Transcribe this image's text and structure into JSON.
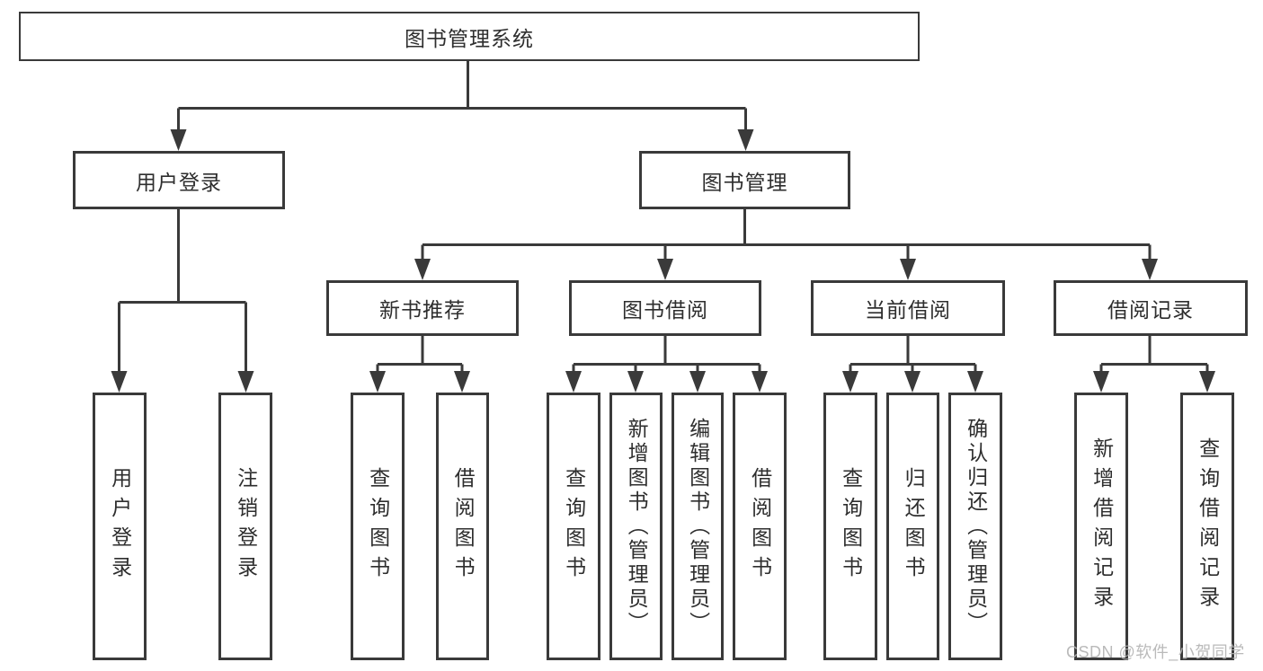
{
  "diagram": {
    "title": "图书管理系统",
    "branches": [
      {
        "label": "用户登录",
        "children": [
          {
            "label": "用户登录"
          },
          {
            "label": "注销登录"
          }
        ]
      },
      {
        "label": "图书管理",
        "children": [
          {
            "label": "新书推荐",
            "children": [
              {
                "label": "查询图书"
              },
              {
                "label": "借阅图书"
              }
            ]
          },
          {
            "label": "图书借阅",
            "children": [
              {
                "label": "查询图书"
              },
              {
                "label": "新增图书（管理员）"
              },
              {
                "label": "编辑图书（管理员）"
              },
              {
                "label": "借阅图书"
              }
            ]
          },
          {
            "label": "当前借阅",
            "children": [
              {
                "label": "查询图书"
              },
              {
                "label": "归还图书"
              },
              {
                "label": "确认归还（管理员）"
              }
            ]
          },
          {
            "label": "借阅记录",
            "children": [
              {
                "label": "新增借阅记录"
              },
              {
                "label": "查询借阅记录"
              }
            ]
          }
        ]
      }
    ],
    "watermark": "CSDN @软件_小贺同学"
  },
  "colors": {
    "line": "#3a3a3a",
    "text": "#2e2e2e",
    "background": "#ffffff",
    "watermark": "#b3b3b3"
  }
}
